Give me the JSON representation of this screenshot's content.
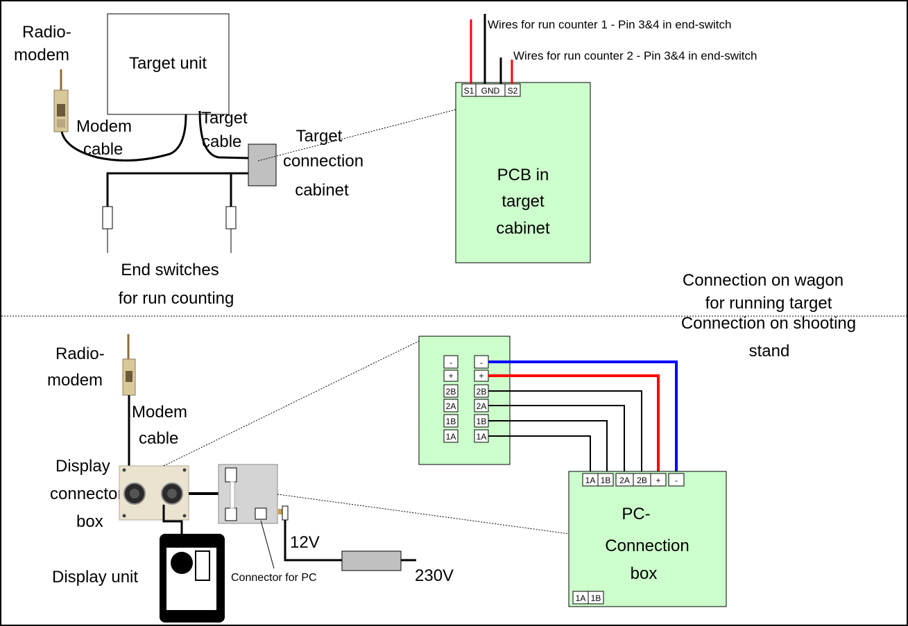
{
  "top": {
    "radio_modem_label": [
      "Radio-",
      "modem"
    ],
    "target_unit_label": "Target unit",
    "modem_cable_label": [
      "Modem",
      "cable"
    ],
    "target_cable_label": [
      "Target",
      "cable"
    ],
    "target_connection_cabinet_label": [
      "Target",
      "connection",
      "cabinet"
    ],
    "end_switches_label": [
      "End switches",
      "for run counting"
    ],
    "pcb_label": [
      "PCB in",
      "target",
      "cabinet"
    ],
    "pcb_terminals": [
      "S1",
      "GND",
      "S2"
    ],
    "wire_note_1": "Wires for run counter 1 - Pin 3&4 in end-switch",
    "wire_note_2": "Wires for run counter 2 - Pin 3&4 in end-switch",
    "wagon_label": [
      "Connection on wagon",
      "for running target"
    ]
  },
  "bottom": {
    "radio_modem_label": [
      "Radio-",
      "modem"
    ],
    "modem_cable_label": [
      "Modem",
      "cable"
    ],
    "display_connector_box_label": [
      "Display",
      "connector",
      "box"
    ],
    "display_unit_label": "Display unit",
    "connector_for_pc_label": "Connector for PC",
    "voltage_12": "12V",
    "voltage_230": "230V",
    "shooting_stand_label": [
      "Connection on shooting",
      "stand"
    ],
    "terminal_column": [
      "-",
      "+",
      "2B",
      "2A",
      "1B",
      "1A"
    ],
    "pc_box_label": [
      "PC-",
      "Connection",
      "box"
    ],
    "pc_box_top_terminals": [
      "1A",
      "1B",
      "2A",
      "2B",
      "+",
      "-"
    ],
    "pc_box_bottom_terminals": [
      "1A",
      "1B"
    ]
  },
  "colors": {
    "pcb_fill": "#ccffcc",
    "cabinet_fill": "#c0c0c0",
    "wire_red": "#ff0000",
    "wire_blue": "#0000ff"
  }
}
